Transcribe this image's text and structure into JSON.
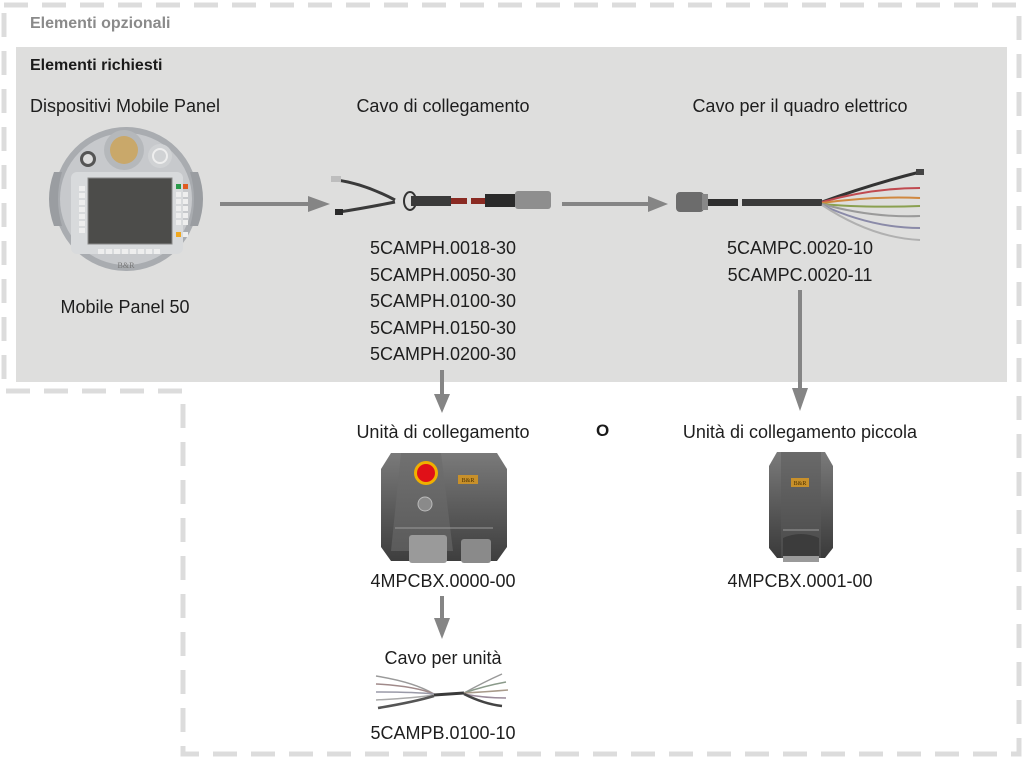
{
  "optional_section": {
    "title": "Elementi opzionali"
  },
  "required_section": {
    "title": "Elementi richiesti"
  },
  "columns": {
    "mobile_panel": {
      "heading": "Dispositivi Mobile Panel",
      "device_name": "Mobile Panel 50",
      "logo_text": "B&R"
    },
    "connection_cable": {
      "heading": "Cavo di collegamento",
      "codes": [
        "5CAMPH.0018-30",
        "5CAMPH.0050-30",
        "5CAMPH.0100-30",
        "5CAMPH.0150-30",
        "5CAMPH.0200-30"
      ]
    },
    "cabinet_cable": {
      "heading": "Cavo per il quadro elettrico",
      "codes": [
        "5CAMPC.0020-10",
        "5CAMPC.0020-11"
      ]
    }
  },
  "optional": {
    "junction_box": {
      "heading": "Unità di collegamento",
      "code": "4MPCBX.0000-00",
      "logo_text": "B&R"
    },
    "or_label": "O",
    "small_junction_box": {
      "heading": "Unità di collegamento piccola",
      "code": "4MPCBX.0001-00",
      "logo_text": "B&R"
    },
    "box_cable": {
      "heading": "Cavo per unità",
      "code": "5CAMPB.0100-10"
    }
  },
  "colors": {
    "required_bg": "#dededd",
    "dashed_border": "#dcdcdc",
    "arrow": "#858585",
    "emergency_red": "#e01018",
    "emergency_ring": "#f0b000"
  }
}
